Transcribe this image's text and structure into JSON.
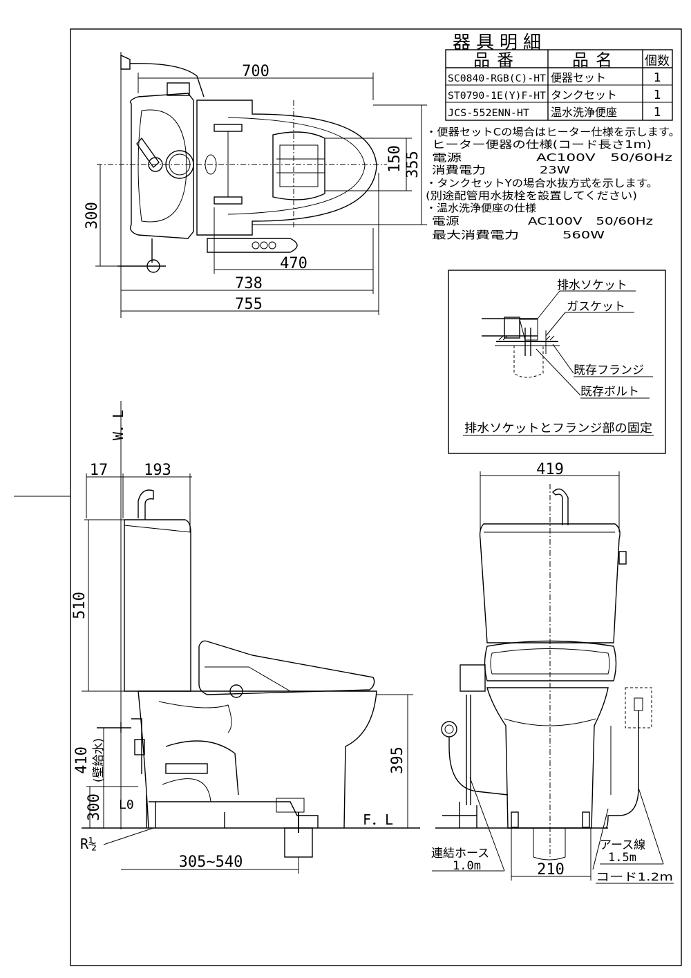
{
  "table": {
    "title": "器具明細",
    "headers": {
      "code": "品番",
      "name": "品名",
      "qty": "個数"
    },
    "rows": [
      {
        "code": "SC0840-RGB(C)-HT",
        "name": "便器セット",
        "qty": "1"
      },
      {
        "code": "ST0790-1E(Y)F-HT",
        "name": "タンクセット",
        "qty": "1"
      },
      {
        "code": "JCS-552ENN-HT",
        "name": "温水洗浄便座",
        "qty": "1"
      }
    ]
  },
  "notes": [
    "・便器セットCの場合はヒーター仕様を示します。",
    "ヒーター便器の仕様(コード長さ1m)",
    "電源　　　　　AC100V　50/60Hz",
    "消費電力　　　　23W",
    "・タンクセットYの場合水抜方式を示します。",
    "(別途配管用水抜栓を設置してください)",
    "・温水洗浄便座の仕様",
    "電源　　　　　AC100V　50/60Hz",
    "最大消費電力　　　560W"
  ],
  "detail": {
    "title": "排水ソケットとフランジ部の固定",
    "labels": {
      "socket": "排水ソケット",
      "gasket": "ガスケット",
      "flange": "既存フランジ",
      "bolt": "既存ボルト"
    }
  },
  "top_view": {
    "d700": "700",
    "d150": "150",
    "d355": "355",
    "d300": "300",
    "d470": "470",
    "d738": "738",
    "d755": "755"
  },
  "side_view": {
    "wl": "W．L",
    "d17": "17",
    "d193": "193",
    "d510": "510",
    "d410": "410",
    "wall": "(壁給水)",
    "d300": "300",
    "d395": "395",
    "l0": "L0",
    "fl": "F．L",
    "r": "R½",
    "d305": "305~540"
  },
  "front_view": {
    "d419": "419",
    "d210": "210",
    "hose": "連結ホース",
    "hose_len": "1.0m",
    "earth": "アース線",
    "earth_len": "1.5m",
    "cord": "コード1.2m"
  }
}
